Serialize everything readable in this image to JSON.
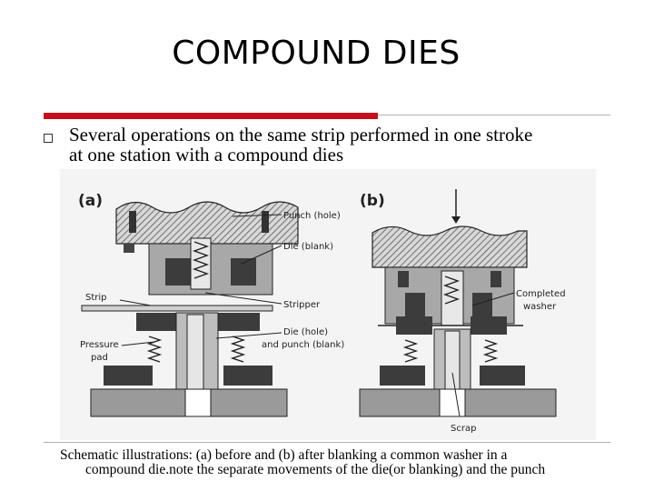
{
  "slide": {
    "title": "COMPOUND DIES",
    "bullet": {
      "line1": "Several  operations on the same strip performed in one stroke",
      "line2": "at one station with a compound dies"
    },
    "caption": {
      "line1": "Schematic illustrations: (a) before and (b) after blanking a common washer in a",
      "line2": "compound die.note the separate movements of the die(or blanking) and the punch"
    }
  },
  "figure": {
    "panel_a": "(a)",
    "panel_b": "(b)",
    "labels": {
      "punch_hole": "Punch (hole)",
      "die_blank": "Die (blank)",
      "strip": "Strip",
      "stripper": "Stripper",
      "die_hole": "Die (hole)",
      "and_punch_blank": "and punch (blank)",
      "pressure": "Pressure",
      "pad": "pad",
      "completed": "Completed",
      "washer": "washer",
      "scrap": "Scrap"
    }
  },
  "colors": {
    "accent_red": "#c4101c",
    "hatch": "#6a6a6a",
    "dark_fill": "#3c3c3c",
    "mid_fill": "#9a9a9a"
  }
}
